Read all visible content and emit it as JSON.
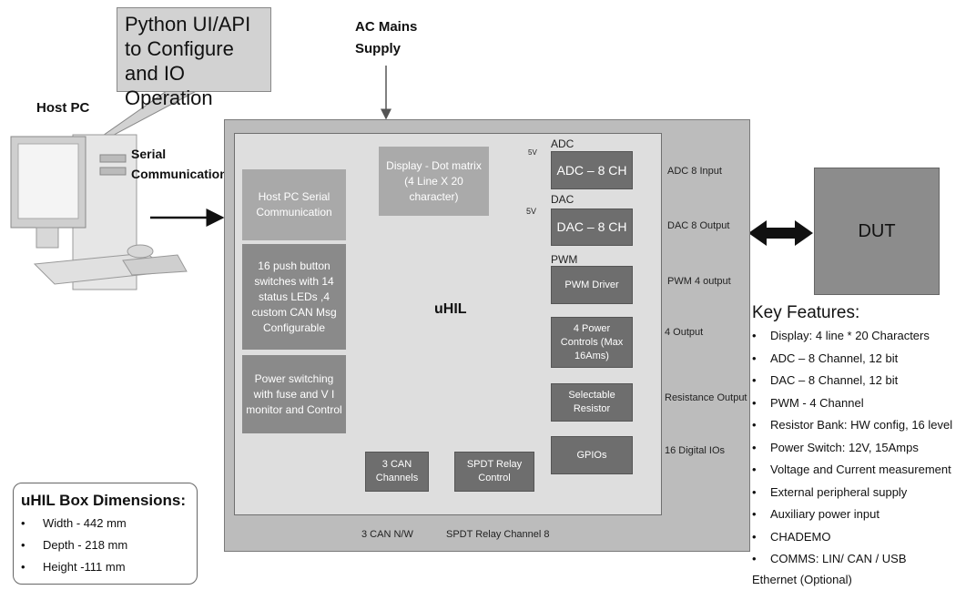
{
  "callout": {
    "text": "Python UI/API to Configure and IO Operation"
  },
  "host_pc": {
    "label": "Host PC",
    "serial_label": "Serial Communication"
  },
  "ac_mains": {
    "label": "AC Mains Supply"
  },
  "uhil": {
    "label": "uHIL",
    "display_box": "Display - Dot matrix (4 Line X 20 character)",
    "host_serial": "Host PC Serial Communication",
    "push_buttons": "16 push button switches with 14 status LEDs ,4 custom CAN Msg Configurable",
    "power_switching": "Power switching with fuse and V I monitor and Control",
    "adc_label": "ADC",
    "adc_box": "ADC – 8 CH",
    "adc_5v": "5V",
    "adc_io": "ADC 8 Input",
    "dac_label": "DAC",
    "dac_box": "DAC – 8 CH",
    "dac_5v": "5V",
    "dac_io": "DAC 8 Output",
    "pwm_label": "PWM",
    "pwm_box": "PWM Driver",
    "pwm_io": "PWM 4 output",
    "power_ctrl_box": "4 Power Controls (Max 16Ams)",
    "power_ctrl_io": "4 Output",
    "resistor_box": "Selectable Resistor",
    "resistor_io": "Resistance Output",
    "gpio_box": "GPIOs",
    "gpio_io": "16 Digital IOs",
    "can_box": "3 CAN Channels",
    "relay_box": "SPDT Relay Control",
    "can_out": "3 CAN N/W",
    "relay_out": "SPDT Relay Channel 8"
  },
  "dut": {
    "label": "DUT"
  },
  "key_features": {
    "title": "Key Features:",
    "items": [
      "Display: 4 line * 20 Characters",
      "ADC – 8 Channel, 12 bit",
      "DAC – 8 Channel, 12 bit",
      "PWM - 4 Channel",
      "Resistor Bank: HW config, 16 level",
      "Power Switch: 12V, 15Amps",
      "Voltage and Current measurement",
      "External peripheral supply",
      "Auxiliary power input",
      "CHADEMO",
      "COMMS: LIN/ CAN / USB"
    ],
    "extra": "Ethernet (Optional)"
  },
  "dimensions": {
    "title": "uHIL Box Dimensions:",
    "items": [
      "Width - 442 mm",
      "Depth - 218 mm",
      "Height -111 mm"
    ]
  }
}
